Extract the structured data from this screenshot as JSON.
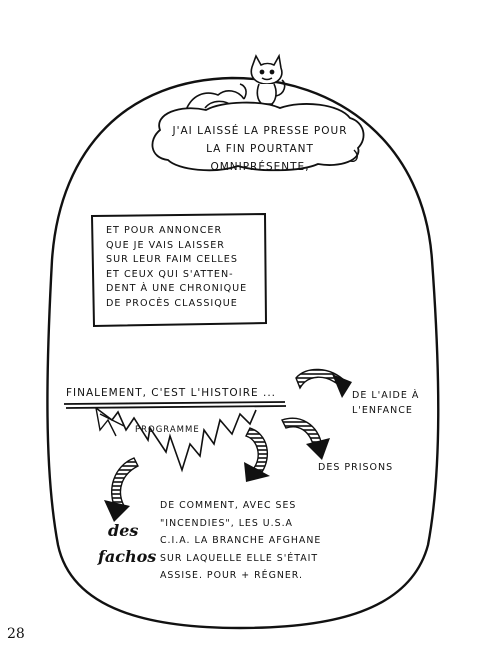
{
  "cloud": {
    "line1": "J'AI LAISSÉ LA PRESSE POUR",
    "line2": "LA FIN POURTANT OMNIPRÉSENTE,"
  },
  "caption": {
    "lines": [
      "ET POUR ANNONCER",
      "QUE JE VAIS LAISSER",
      "SUR LEUR FAIM CELLES",
      "ET CEUX QUI S'ATTEN-",
      "DENT À UNE CHRONIQUE",
      "DE PROCÈS CLASSIQUE"
    ]
  },
  "finalement": "FINALEMENT, C'EST L'HISTOIRE ...",
  "aide": {
    "line1": "DE L'AIDE À",
    "line2": "L'ENFANCE"
  },
  "programme": "PROGRAMME",
  "prisons": "DES PRISONS",
  "story": {
    "lines": [
      "DE COMMENT, AVEC SES",
      "\"INCENDIES\", LES U.S.A",
      "C.I.A. LA BRANCHE AFGHANE",
      "SUR LAQUELLE ELLE S'ÉTAIT",
      "ASSISE. POUR + RÉGNER."
    ]
  },
  "fachos": {
    "line1": "des",
    "line2": "fachos"
  },
  "page_number": "28"
}
